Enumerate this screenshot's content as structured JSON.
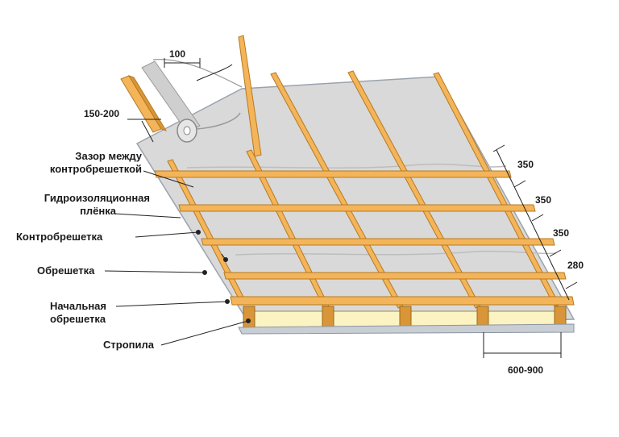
{
  "labels": {
    "gap": [
      "Зазор между",
      "контробрешеткой"
    ],
    "membrane": [
      "Гидроизоляционная",
      "плёнка"
    ],
    "counter_batten": "Контробрешетка",
    "batten": "Обрешетка",
    "starter_batten": [
      "Начальная",
      "обрешетка"
    ],
    "rafters": "Стропила"
  },
  "dimensions": {
    "overlap": "100",
    "edge": "150-200",
    "spacing_1": "350",
    "spacing_2": "350",
    "spacing_3": "350",
    "spacing_last": "280",
    "rafter_step": "600-900"
  },
  "colors": {
    "membrane": "#d7d7d7",
    "wood": "#f4b45a",
    "wood_dark": "#c98a2e",
    "insulation": "#fbf3c2",
    "line": "#222222"
  }
}
